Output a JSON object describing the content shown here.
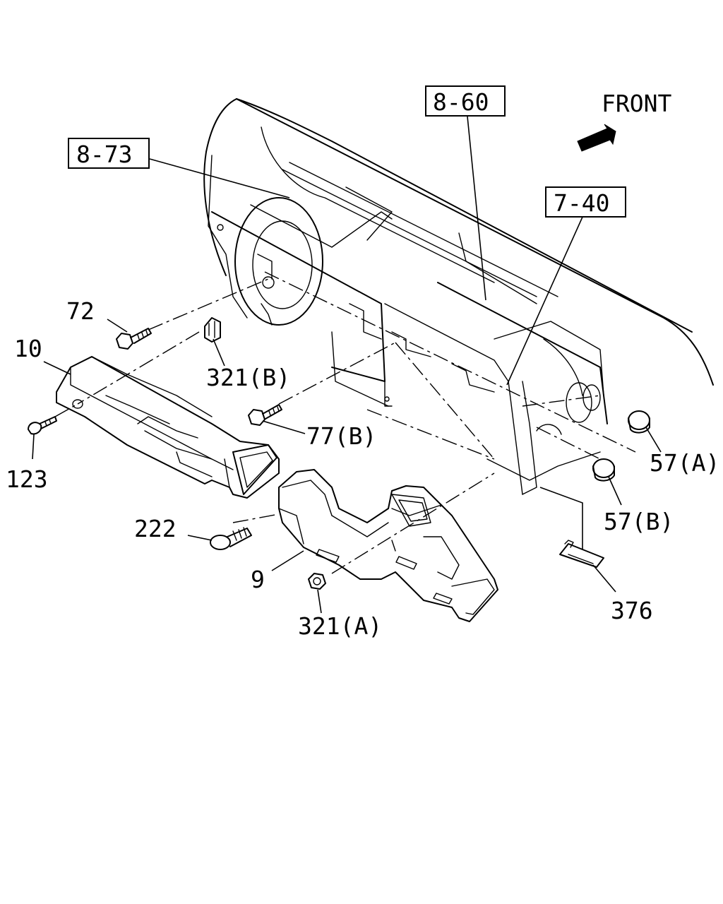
{
  "direction": {
    "text": "FRONT",
    "icon": "arrow-front-icon"
  },
  "boxed_refs": [
    "8-60",
    "8-73",
    "7-40"
  ],
  "callouts": [
    "72",
    "10",
    "321(B)",
    "123",
    "77(B)",
    "57(A)",
    "222",
    "57(B)",
    "9",
    "321(A)",
    "376"
  ]
}
